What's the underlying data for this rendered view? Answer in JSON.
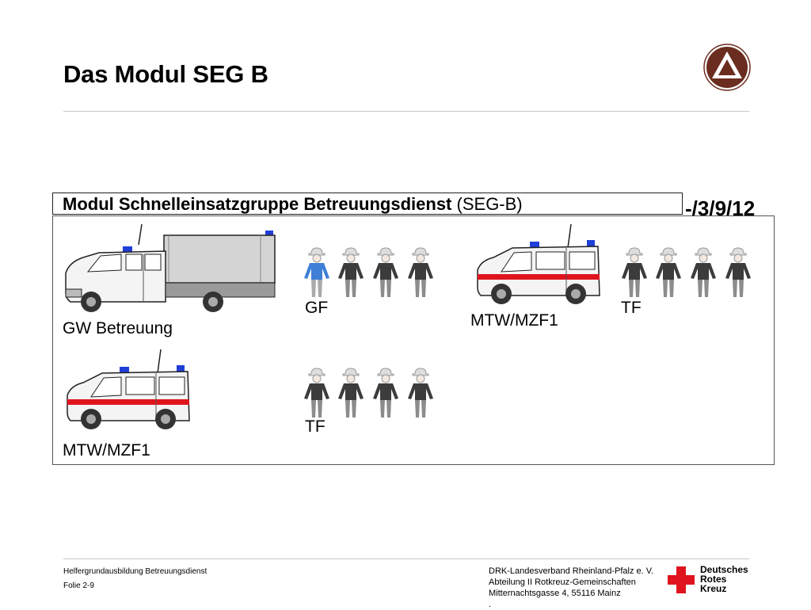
{
  "slide": {
    "title": "Das Modul SEG B"
  },
  "module": {
    "header_main": "Modul Schnelleinsatzgruppe Betreuungsdienst",
    "header_abbr": "(SEG-B)",
    "strength_prefix": "-/3/9/",
    "strength_total": "12"
  },
  "units": {
    "gw_label": "GW Betreuung",
    "gf_label": "GF",
    "mtw1_label": "MTW/MZF1",
    "tf1_label": "TF",
    "mtw2_label": "MTW/MZF1",
    "tf2_label": "TF"
  },
  "footer": {
    "course": "Helfergrundausbildung Betreuungsdienst",
    "slide_no": "Folie 2-9",
    "org_line1": "DRK-Landesverband Rheinland-Pfalz e. V.",
    "org_line2": "Abteilung II Rotkreuz-Gemeinschaften",
    "org_line3": "Mitternachtsgasse 4, 55116 Mainz",
    "org_line4": ".",
    "brand_line1": "Deutsches",
    "brand_line2": "Rotes",
    "brand_line3": "Kreuz"
  },
  "colors": {
    "leader_blue": "#3f7fd6",
    "helper_gray": "#3c3c3c",
    "emergency_red": "#e0141e",
    "logo_brown": "#6b2d20"
  },
  "icons": {
    "top_logo": "triangle-emblem-icon",
    "footer_logo": "red-cross-icon"
  }
}
